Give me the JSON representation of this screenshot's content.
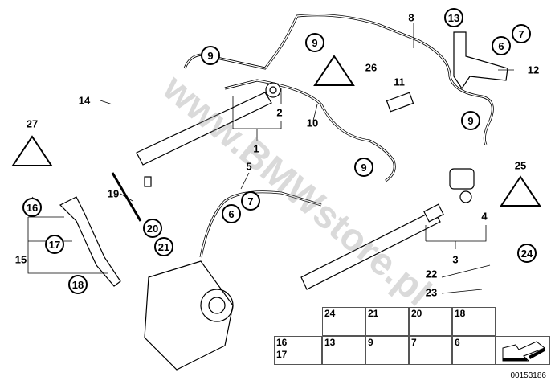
{
  "diagram": {
    "callouts": [
      {
        "text": "1",
        "style": "plain"
      },
      {
        "text": "2",
        "style": "plain"
      },
      {
        "text": "3",
        "style": "plain"
      },
      {
        "text": "4",
        "style": "plain"
      },
      {
        "text": "5",
        "style": "plain"
      },
      {
        "text": "6",
        "style": "circle"
      },
      {
        "text": "7",
        "style": "circle"
      },
      {
        "text": "8",
        "style": "plain"
      },
      {
        "text": "9",
        "style": "circle"
      },
      {
        "text": "9",
        "style": "circle"
      },
      {
        "text": "9",
        "style": "circle"
      },
      {
        "text": "9",
        "style": "circle"
      },
      {
        "text": "10",
        "style": "plain"
      },
      {
        "text": "11",
        "style": "plain"
      },
      {
        "text": "12",
        "style": "plain"
      },
      {
        "text": "13",
        "style": "circle"
      },
      {
        "text": "14",
        "style": "plain"
      },
      {
        "text": "15",
        "style": "plain"
      },
      {
        "text": "16",
        "style": "circle"
      },
      {
        "text": "17",
        "style": "circle"
      },
      {
        "text": "18",
        "style": "circle"
      },
      {
        "text": "19",
        "style": "plain"
      },
      {
        "text": "20",
        "style": "circle"
      },
      {
        "text": "21",
        "style": "circle"
      },
      {
        "text": "22",
        "style": "plain"
      },
      {
        "text": "23",
        "style": "plain"
      },
      {
        "text": "24",
        "style": "circle"
      },
      {
        "text": "25",
        "style": "plain"
      },
      {
        "text": "26",
        "style": "plain"
      },
      {
        "text": "27",
        "style": "plain"
      },
      {
        "text": "6",
        "style": "circle"
      },
      {
        "text": "7",
        "style": "circle"
      }
    ],
    "watermark": "www.BMWstore.pl",
    "parts_grid": [
      {
        "labels": [
          "24"
        ]
      },
      {
        "labels": [
          "21"
        ]
      },
      {
        "labels": [
          "20"
        ]
      },
      {
        "labels": [
          "18"
        ]
      },
      {
        "labels": [
          "16",
          "17"
        ]
      },
      {
        "labels": [
          "13"
        ]
      },
      {
        "labels": [
          "9"
        ]
      },
      {
        "labels": [
          "7"
        ]
      },
      {
        "labels": [
          "6"
        ]
      }
    ],
    "diagram_code": "00153186"
  }
}
